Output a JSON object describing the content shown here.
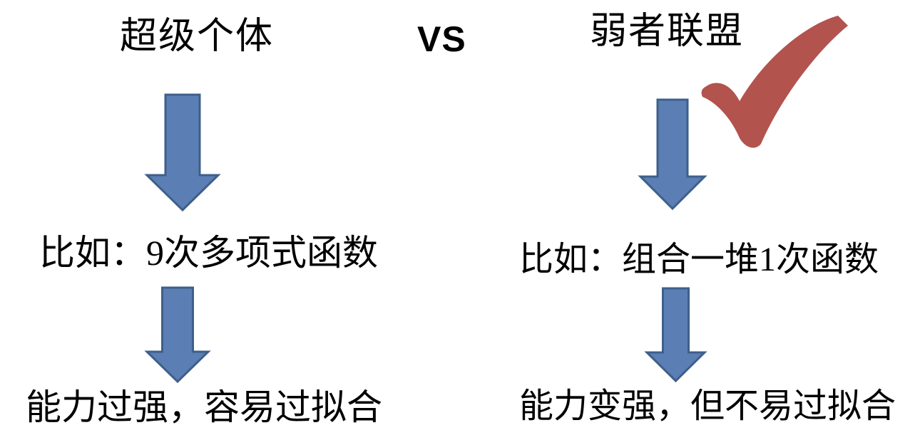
{
  "diagram": {
    "vs_label": "VS",
    "left": {
      "title": "超级个体",
      "example": "比如：9次多项式函数",
      "conclusion": "能力过强，容易过拟合"
    },
    "right": {
      "title": "弱者联盟",
      "example": "比如：组合一堆1次函数",
      "conclusion": "能力变强，但不易过拟合"
    },
    "icons": {
      "arrows": "down-arrow-icon",
      "winner_mark": "checkmark-icon"
    },
    "colors": {
      "arrow_fill": "#5B7EB5",
      "arrow_border": "#3E5F8A",
      "checkmark": "#B2534E",
      "text": "#000000",
      "background": "#FFFFFF"
    }
  }
}
